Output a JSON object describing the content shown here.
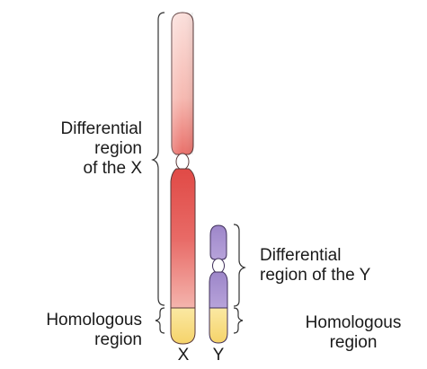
{
  "labels": {
    "diff_x": "Differential\nregion\nof the X",
    "homologous_left": "Homologous\nregion",
    "diff_y": "Differential\nregion of the Y",
    "homologous_right": "Homologous\nregion",
    "x_letter": "X",
    "y_letter": "Y"
  },
  "colors": {
    "x_top": "#f7c6c0",
    "x_mid": "#e8716c",
    "x_bottom": "#e24a47",
    "y_purple": "#a88fcf",
    "homologous_yellow": "#f8de7e",
    "outline": "#3a2a2a"
  }
}
